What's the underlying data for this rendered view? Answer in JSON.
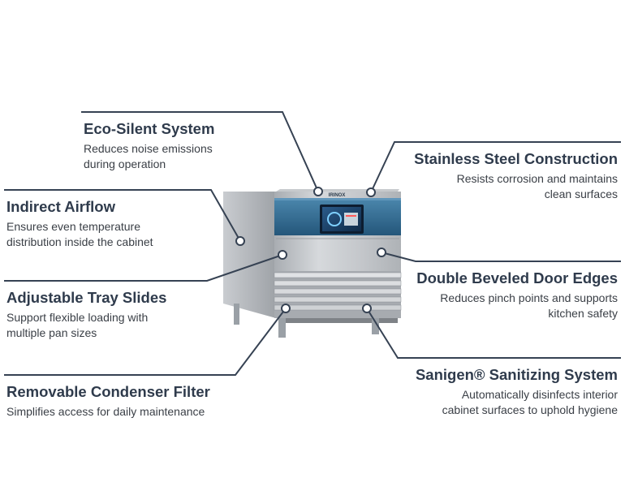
{
  "product": {
    "brand_text": "IRINOX"
  },
  "callouts": {
    "eco_silent": {
      "title": "Eco-Silent System",
      "desc1": "Reduces noise emissions",
      "desc2": "during operation"
    },
    "indirect_airflow": {
      "title": "Indirect Airflow",
      "desc1": "Ensures even temperature",
      "desc2": "distribution inside the cabinet"
    },
    "adjustable_tray": {
      "title": "Adjustable Tray Slides",
      "desc1": "Support flexible loading with",
      "desc2": "multiple pan sizes"
    },
    "condenser_filter": {
      "title": "Removable Condenser Filter",
      "desc1": "Simplifies access for daily maintenance",
      "desc2": ""
    },
    "stainless_steel": {
      "title": "Stainless Steel Construction",
      "desc1": "Resists corrosion and maintains",
      "desc2": "clean surfaces"
    },
    "beveled_edges": {
      "title": "Double Beveled Door Edges",
      "desc1": "Reduces pinch points and supports",
      "desc2": "kitchen safety"
    },
    "sanigen": {
      "title": "Sanigen® Sanitizing System",
      "desc1": "Automatically disinfects interior",
      "desc2": "cabinet surfaces to uphold hygiene"
    }
  },
  "colors": {
    "line": "#364253",
    "title": "#2f3b4c",
    "steel": "#b9bdc2",
    "glass": "#2f6a92"
  }
}
